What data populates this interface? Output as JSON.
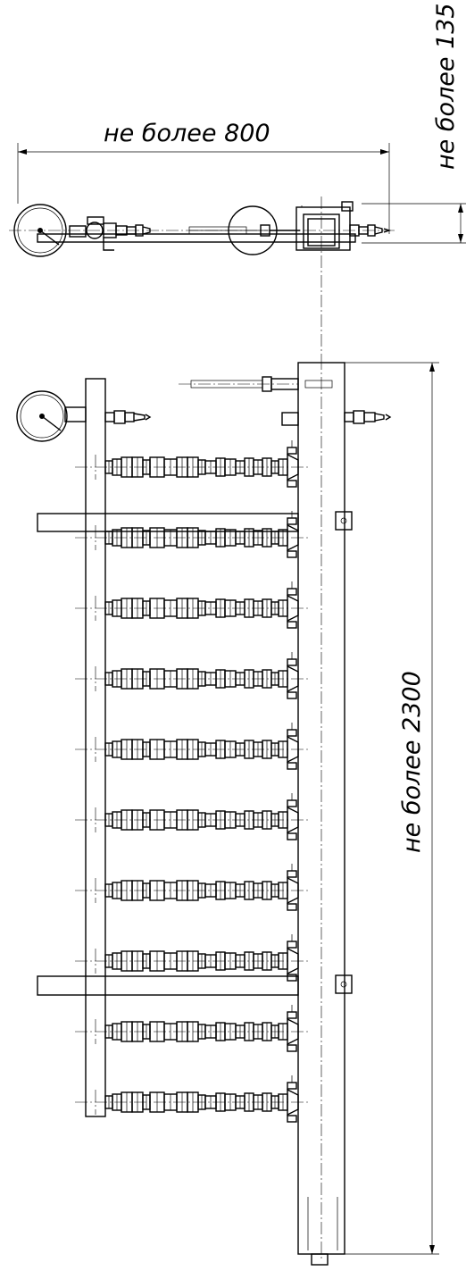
{
  "dimensions": {
    "width": {
      "label": "не более 800"
    },
    "height": {
      "label": "не более 135"
    },
    "length": {
      "label": "не более 2300"
    }
  },
  "assembly": {
    "hose_count": 10,
    "support_count": 2
  },
  "icons": {
    "gauge": "pressure-gauge-icon",
    "nozzle": "nozzle-fitting-icon"
  },
  "colors": {
    "line": "#000000",
    "background": "#ffffff"
  }
}
